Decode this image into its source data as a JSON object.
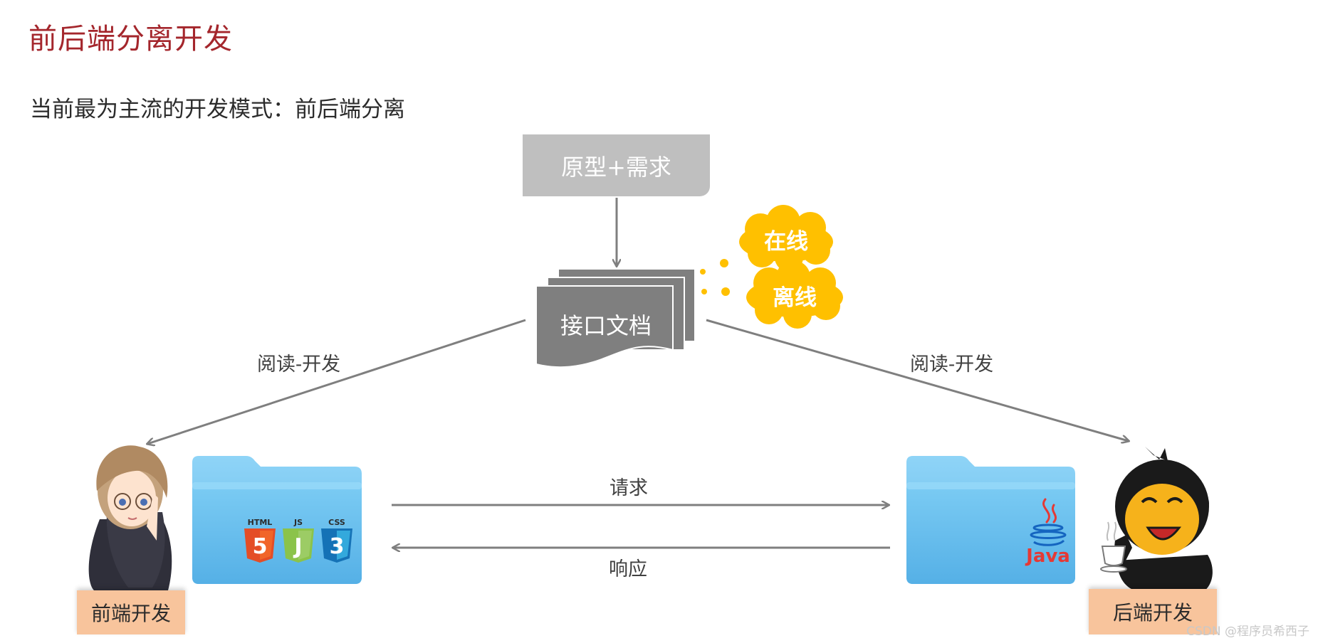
{
  "title": "前后端分离开发",
  "subtitle": "当前最为主流的开发模式：前后端分离",
  "nodes": {
    "prototype": "原型+需求",
    "api_doc": "接口文档",
    "online": "在线",
    "offline": "离线",
    "frontend": "前端开发",
    "backend": "后端开发"
  },
  "edges": {
    "read_dev_left": "阅读-开发",
    "read_dev_right": "阅读-开发",
    "request": "请求",
    "response": "响应"
  },
  "badges": {
    "html": "HTML",
    "html_num": "5",
    "js": "JS",
    "js_num": "J",
    "css": "CSS",
    "css_num": "3",
    "java": "Java"
  },
  "watermark": "CSDN @程序员希西子",
  "colors": {
    "title": "#a4262c",
    "prototype_box": "#bfbfbf",
    "doc": "#7f7f7f",
    "cloud": "#ffc000",
    "folder": "#6ec6f2",
    "role_label": "#f8c49c",
    "arrow": "#7f7f7f"
  }
}
